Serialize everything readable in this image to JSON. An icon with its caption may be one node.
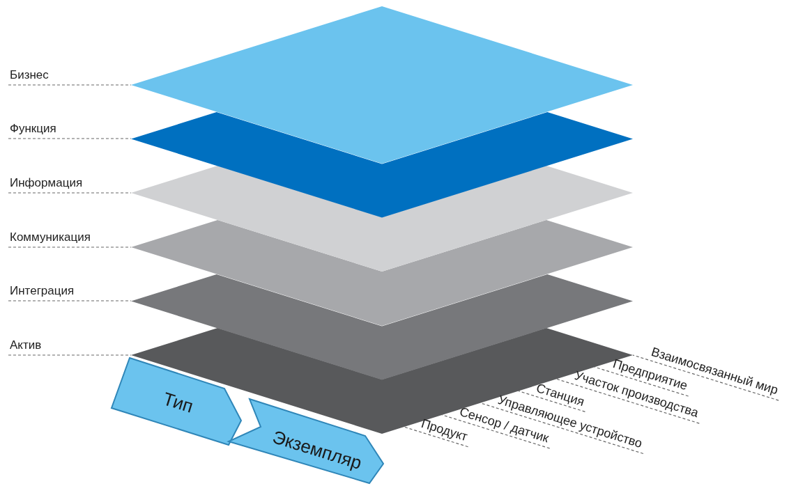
{
  "diagram": {
    "nodes": [
      {
        "text": [
          "Бизнес"
        ]
      },
      {
        "text": [
          "Функция"
        ]
      },
      {
        "text": [
          "Информация"
        ]
      },
      {
        "text": [
          "Коммуникация"
        ]
      },
      {
        "text": [
          "Интеграция"
        ]
      },
      {
        "text": [
          "Актив"
        ]
      },
      {
        "text": [],
        "shape": "diamond"
      },
      {
        "text": [],
        "shape": "diamond"
      },
      {
        "text": [],
        "shape": "diamond"
      },
      {
        "text": [],
        "shape": "diamond"
      },
      {
        "text": [],
        "shape": "diamond"
      },
      {
        "text": [],
        "shape": "diamond"
      },
      {
        "text": [
          "Взаимосвязанный мир"
        ]
      },
      {
        "text": [
          "Предприятие"
        ]
      },
      {
        "text": [
          "Участок производства"
        ]
      },
      {
        "text": [
          "Станция"
        ]
      },
      {
        "text": [
          "Управляющее устройство"
        ]
      },
      {
        "text": [
          "Сенсор / датчик"
        ]
      },
      {
        "text": [
          "Продукт"
        ]
      },
      {
        "text": [
          "Тип"
        ]
      },
      {
        "text": [
          "Экземпляр"
        ]
      }
    ],
    "edges": [
      {
        "from": 0,
        "to": 6,
        "arrow": "none",
        "style": "dashed"
      },
      {
        "from": 1,
        "to": 7,
        "arrow": "none",
        "style": "dashed"
      },
      {
        "from": 2,
        "to": 8,
        "arrow": "none",
        "style": "dashed"
      },
      {
        "from": 3,
        "to": 9,
        "arrow": "none",
        "style": "dashed"
      },
      {
        "from": 4,
        "to": 10,
        "arrow": "none",
        "style": "dashed"
      },
      {
        "from": 5,
        "to": 11,
        "arrow": "none",
        "style": "dashed"
      },
      {
        "from": 12,
        "to": 11,
        "arrow": "none",
        "style": "dashed"
      },
      {
        "from": 13,
        "to": 11,
        "arrow": "none",
        "style": "dashed"
      },
      {
        "from": 14,
        "to": 11,
        "arrow": "none",
        "style": "dashed"
      },
      {
        "from": 15,
        "to": 11,
        "arrow": "none",
        "style": "dashed"
      },
      {
        "from": 16,
        "to": 11,
        "arrow": "none",
        "style": "dashed"
      },
      {
        "from": 17,
        "to": 11,
        "arrow": "none",
        "style": "dashed"
      },
      {
        "from": 18,
        "to": 11,
        "arrow": "none",
        "style": "dashed"
      }
    ]
  }
}
